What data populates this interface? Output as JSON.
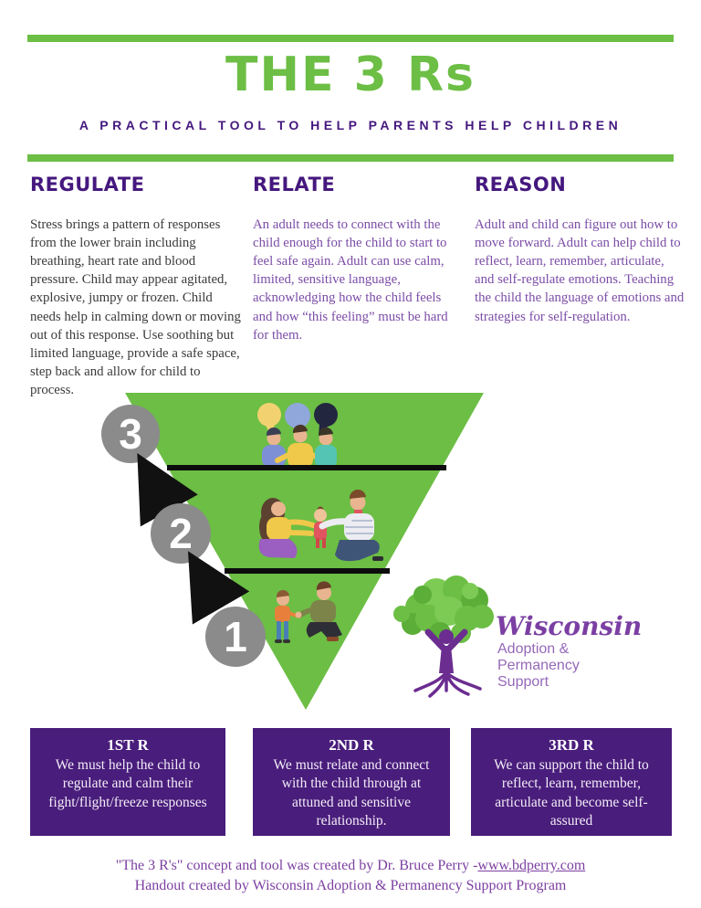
{
  "header": {
    "title": "THE 3 Rs",
    "subtitle": "A PRACTICAL TOOL TO HELP PARENTS HELP CHILDREN"
  },
  "colors": {
    "green": "#6CBE45",
    "heading_purple": "#45187E",
    "body_purple": "#7B4CA6",
    "box_purple": "#491D7B",
    "circle_gray": "#8B8B8B",
    "footer_purple": "#7B3FA0"
  },
  "columns": [
    {
      "heading": "REGULATE",
      "body": "Stress brings a pattern of responses from the lower brain including breathing, heart rate and blood pressure. Child may appear agitated, explosive, jumpy or frozen. Child needs help in calming down or moving out of this response. Use soothing but limited language, provide a safe space, step back and allow for child to process."
    },
    {
      "heading": "RELATE",
      "body": "An adult needs to connect with the child enough for the child to start to feel safe again. Adult can use calm, limited, sensitive language, acknowledging how the child feels and how “this feeling” must be hard for them."
    },
    {
      "heading": "REASON",
      "body": "Adult and child can figure out how to move forward. Adult can help child to reflect, learn, remember, articulate, and self-regulate emotions. Teaching the child the language of emotions and strategies for self-regulation."
    }
  ],
  "pyramid": {
    "step_labels": [
      "1",
      "2",
      "3"
    ]
  },
  "logo": {
    "name": "Wisconsin",
    "line1": "Adoption &",
    "line2": "Permanency",
    "line3": "Support"
  },
  "boxes": [
    {
      "title": "1ST R",
      "body": "We must help the child to regulate and calm their fight/flight/freeze responses"
    },
    {
      "title": "2ND R",
      "body": "We must relate and connect with the child through at attuned and sensitive relationship."
    },
    {
      "title": "3RD R",
      "body": "We can support the child to reflect, learn, remember, articulate and become self-assured"
    }
  ],
  "footer": {
    "line1_prefix": "\"The 3 R's\" concept and tool was created by Dr. Bruce Perry  -",
    "line1_link": "www.bdperry.com",
    "line2": "Handout created by Wisconsin Adoption & Permanency Support Program"
  }
}
